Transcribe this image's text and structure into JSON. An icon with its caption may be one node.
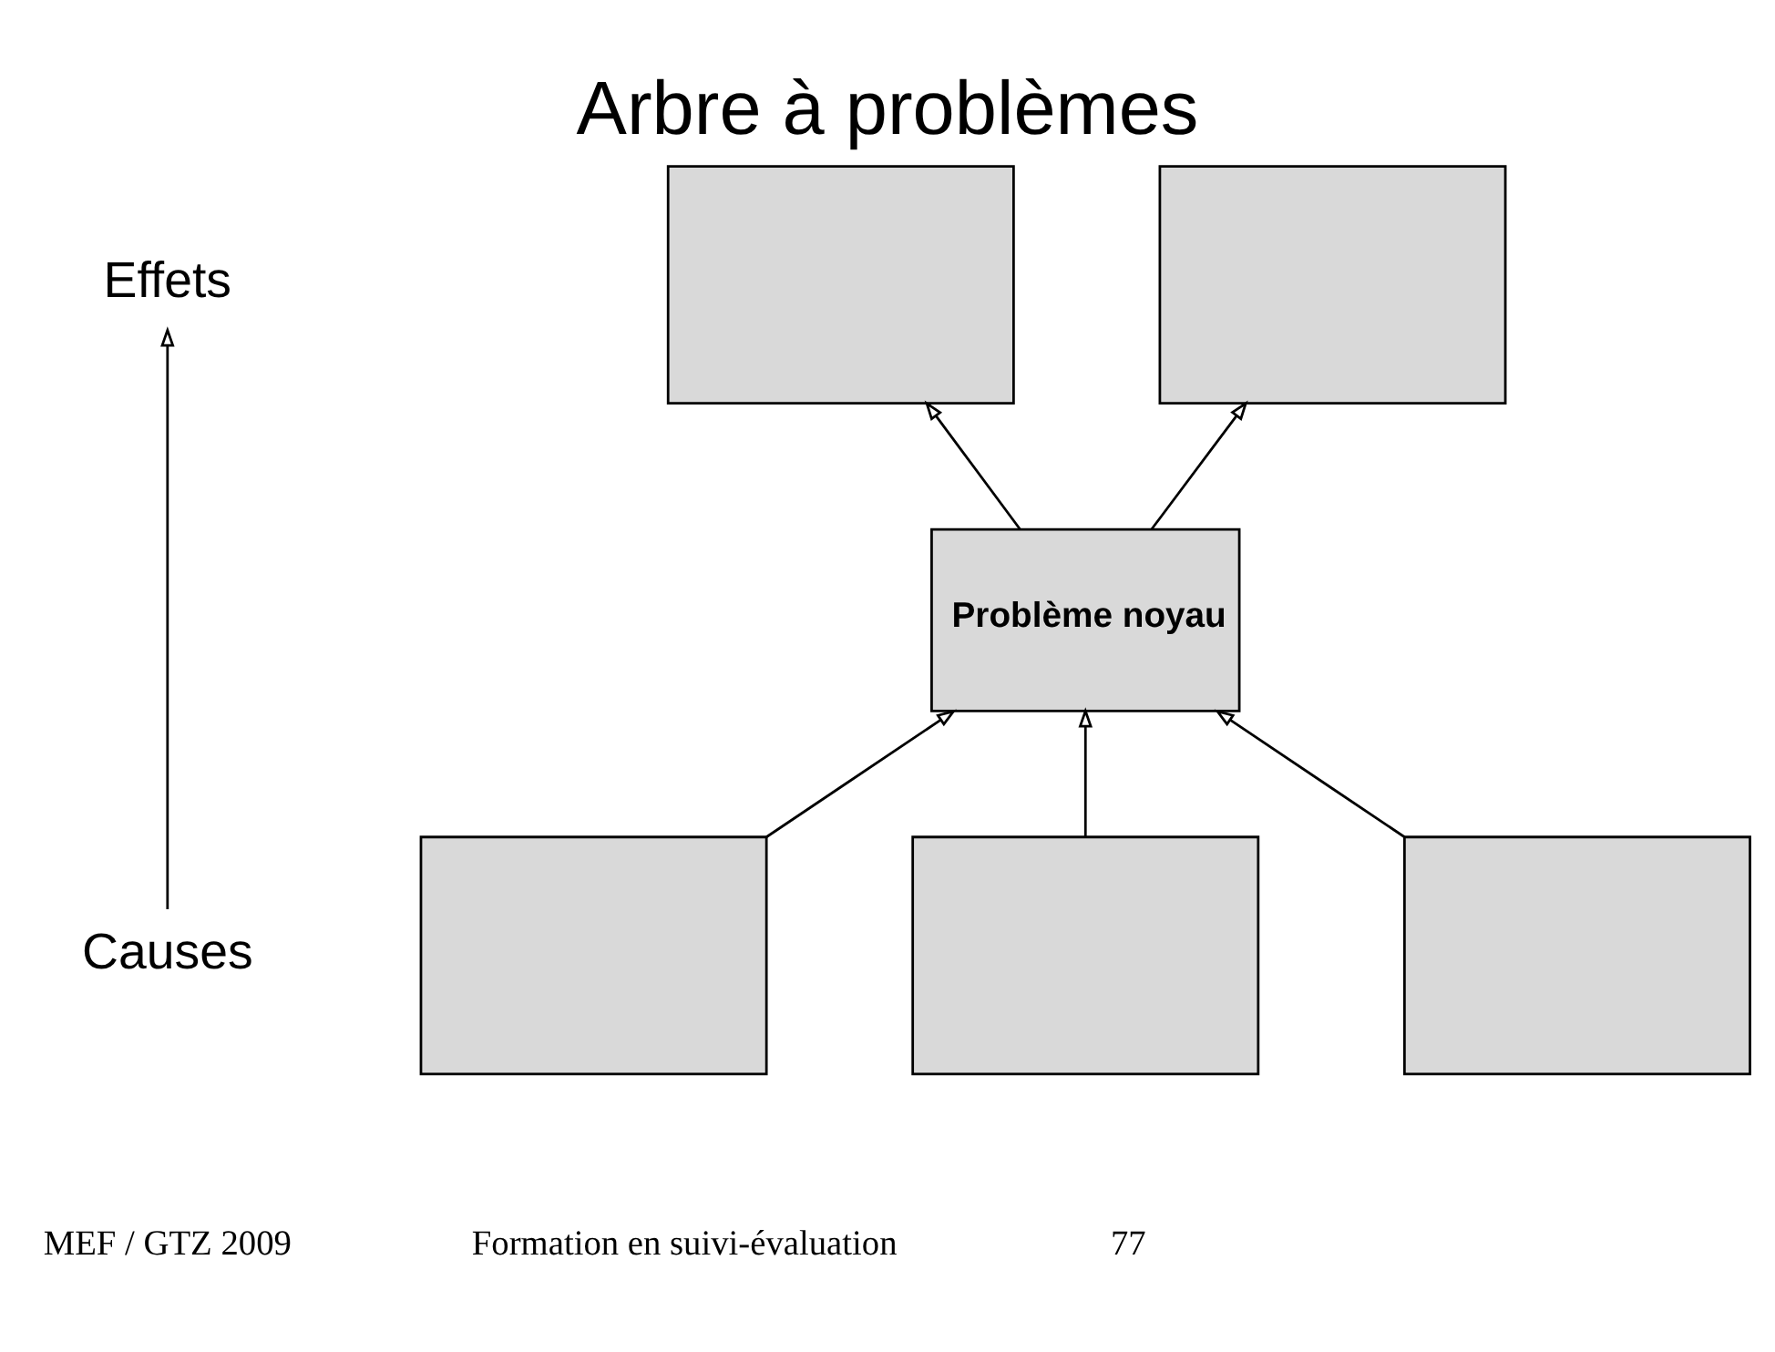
{
  "diagram": {
    "title": "Arbre à problèmes",
    "nodes": [
      {
        "text": [
          "Effets"
        ]
      },
      {
        "text": [
          "Causes"
        ]
      },
      {
        "text": [],
        "shape": "box"
      },
      {
        "text": [],
        "shape": "box"
      },
      {
        "text": [
          "Problème noyau"
        ]
      },
      {
        "text": [],
        "shape": "box"
      },
      {
        "text": [],
        "shape": "box"
      },
      {
        "text": [],
        "shape": "box"
      }
    ],
    "edges": [
      {
        "from": 1,
        "to": 0,
        "arrow": "to"
      },
      {
        "from": 4,
        "to": 2,
        "arrow": "to"
      },
      {
        "from": 4,
        "to": 3,
        "arrow": "to"
      },
      {
        "from": 5,
        "to": 4,
        "arrow": "to"
      },
      {
        "from": 6,
        "to": 4,
        "arrow": "to"
      },
      {
        "from": 7,
        "to": 4,
        "arrow": "to"
      }
    ],
    "labels": [
      "MEF / GTZ 2009",
      "Formation en suivi-évaluation",
      "77"
    ]
  }
}
